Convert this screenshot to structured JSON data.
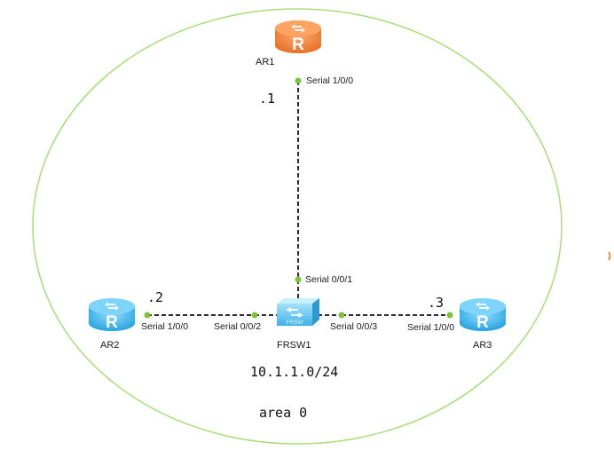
{
  "colors": {
    "area_outline": "#a9de76",
    "link": "#2b2b2b",
    "endpoint": "#7cc33a",
    "router_orange": "#f08a3e",
    "router_blue": "#3ab4ea",
    "switch_blue": "#64c6f2"
  },
  "devices": {
    "ar1": {
      "name": "AR1",
      "icon": "router-icon",
      "glyph": "R"
    },
    "ar2": {
      "name": "AR2",
      "icon": "router-icon",
      "glyph": "R"
    },
    "ar3": {
      "name": "AR3",
      "icon": "router-icon",
      "glyph": "R"
    },
    "frsw1": {
      "name": "FRSW1",
      "icon": "frame-relay-switch-icon",
      "glyph": "FRSW"
    }
  },
  "links": {
    "ar1_frsw1": {
      "a_iface": "Serial 1/0/0",
      "b_iface": "Serial 0/0/1",
      "a_host": ".1"
    },
    "ar2_frsw1": {
      "a_iface": "Serial 1/0/0",
      "b_iface": "Serial 0/0/2",
      "a_host": ".2"
    },
    "frsw1_ar3": {
      "a_iface": "Serial 0/0/3",
      "b_iface": "Serial 1/0/0",
      "b_host": ".3"
    }
  },
  "network": {
    "subnet": "10.1.1.0/24",
    "area": "area 0"
  }
}
